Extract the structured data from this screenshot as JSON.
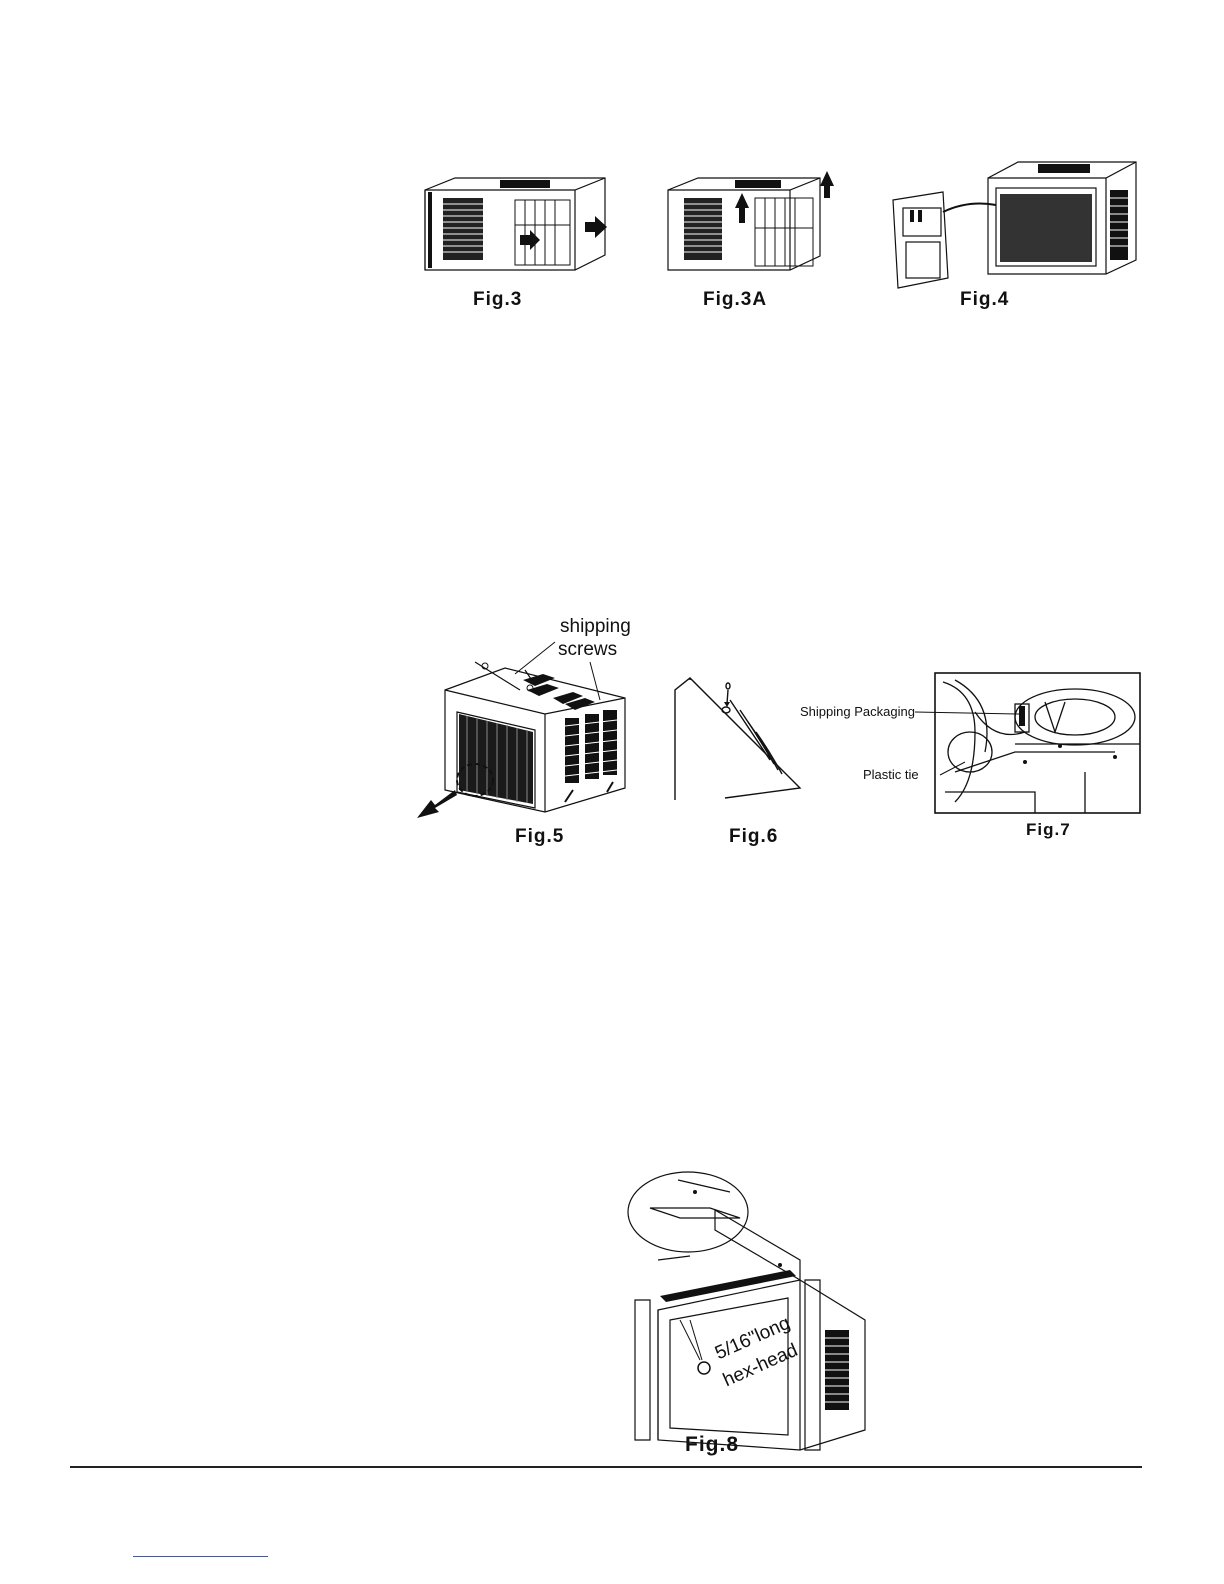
{
  "figures": {
    "fig3": {
      "caption": "Fig.3"
    },
    "fig3a": {
      "caption": "Fig.3A"
    },
    "fig4": {
      "caption": "Fig.4"
    },
    "fig5": {
      "caption": "Fig.5",
      "label_line1": "shipping",
      "label_line2": "screws"
    },
    "fig6": {
      "caption": "Fig.6"
    },
    "fig7": {
      "caption": "Fig.7",
      "label_packaging": "Shipping Packaging",
      "label_tie": "Plastic tie"
    },
    "fig8": {
      "caption": "Fig.8",
      "label_line1": "5/16\"long",
      "label_line2": "hex-head"
    }
  },
  "colors": {
    "ink": "#111111",
    "link": "#3a56c4"
  }
}
